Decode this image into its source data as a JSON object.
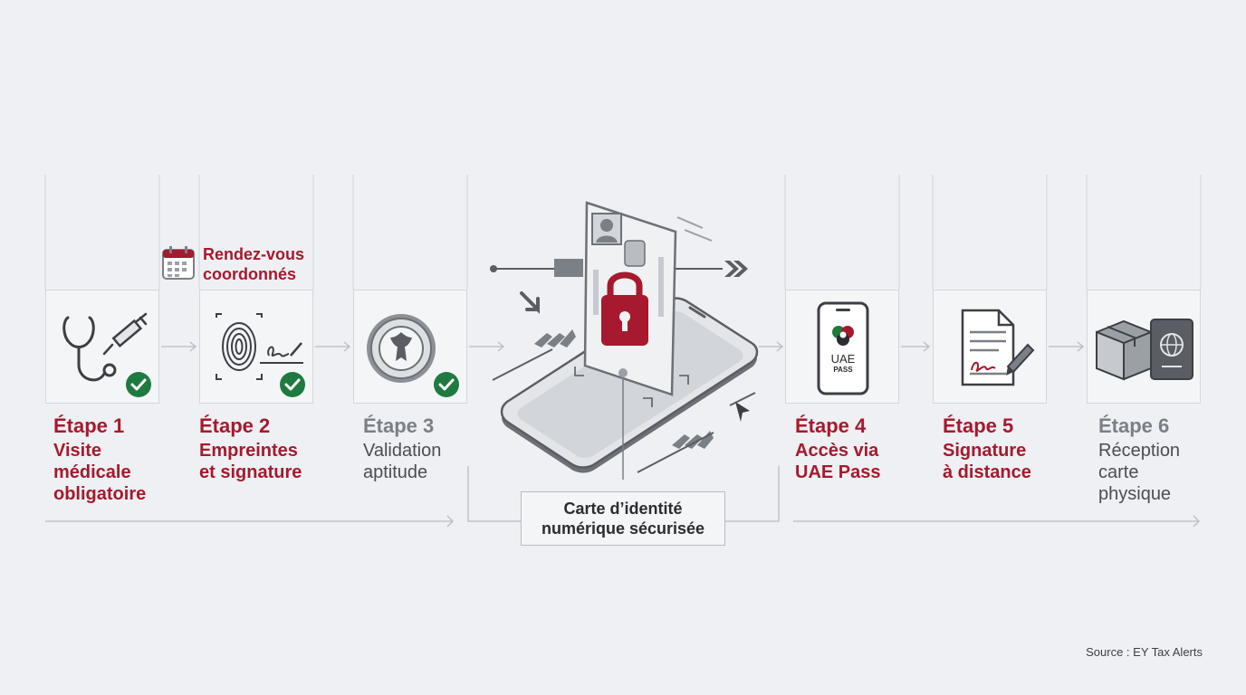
{
  "appointment": {
    "label": "Rendez-vous\ncoordonnés",
    "icon": "calendar-icon"
  },
  "steps": [
    {
      "number": "Étape 1",
      "label": "Visite\nmédicale\nobligatoire",
      "status": "done",
      "icon": "stethoscope-syringe-icon"
    },
    {
      "number": "Étape 2",
      "label": "Empreintes\net signature",
      "status": "done",
      "icon": "fingerprint-signature-icon"
    },
    {
      "number": "Étape 3",
      "label": "Validation\naptitude",
      "status": "done",
      "icon": "seal-icon"
    },
    {
      "number": "Étape 4",
      "label": "Accès via\nUAE Pass",
      "status": "active",
      "icon": "uae-pass-phone-icon"
    },
    {
      "number": "Étape 5",
      "label": "Signature\nà distance",
      "status": "active",
      "icon": "document-sign-icon"
    },
    {
      "number": "Étape 6",
      "label": "Réception\ncarte\nphysique",
      "status": "pending",
      "icon": "package-passport-icon"
    }
  ],
  "phone_app": {
    "line1": "UAE",
    "line2": "PASS"
  },
  "signature_text": "Ep",
  "center": {
    "label": "Carte d’identité\nnumérique sécurisée",
    "icon": "digital-id-phone-lock-icon"
  },
  "source": "Source : EY Tax Alerts",
  "colors": {
    "accent": "#a6192e",
    "check": "#1f7a3f",
    "muted": "#7b7f86"
  }
}
